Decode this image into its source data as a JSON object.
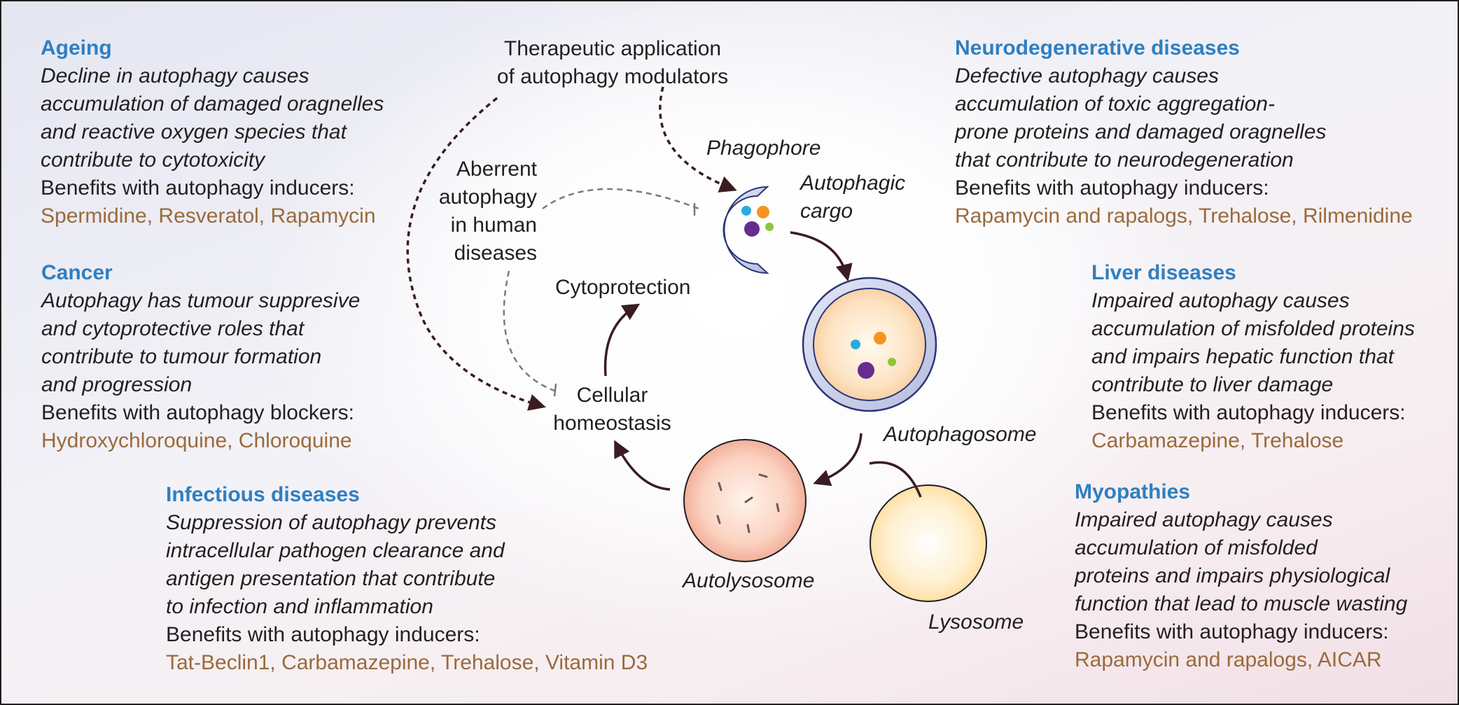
{
  "center": {
    "therapeutic": [
      "Therapeutic application",
      "of autophagy modulators"
    ],
    "aberrant": [
      "Aberrent",
      "autophagy",
      "in human",
      "diseases"
    ],
    "cytoprotection": "Cytoprotection",
    "homeostasis": [
      "Cellular",
      "homeostasis"
    ],
    "phagophore": "Phagophore",
    "cargo": [
      "Autophagic",
      "cargo"
    ],
    "autophagosome": "Autophagosome",
    "autolysosome": "Autolysosome",
    "lysosome": "Lysosome"
  },
  "diseases": {
    "ageing": {
      "title": "Ageing",
      "description": [
        "Decline in autophagy causes",
        "accumulation of damaged oragnelles",
        "and reactive oxygen species that",
        "contribute to cytotoxicity"
      ],
      "benefits": "Benefits with autophagy inducers:",
      "drugs": "Spermidine, Resveratol, Rapamycin"
    },
    "cancer": {
      "title": "Cancer",
      "description": [
        "Autophagy has tumour suppresive",
        "and cytoprotective roles that",
        "contribute to tumour formation",
        "and progression"
      ],
      "benefits": "Benefits with autophagy blockers:",
      "drugs": "Hydroxychloroquine, Chloroquine"
    },
    "infectious": {
      "title": "Infectious diseases",
      "description": [
        "Suppression of autophagy prevents",
        "intracellular pathogen clearance  and",
        "antigen presentation that contribute",
        "to infection and inflammation"
      ],
      "benefits": "Benefits with autophagy inducers:",
      "drugs": "Tat-Beclin1, Carbamazepine, Trehalose, Vitamin D3"
    },
    "neuro": {
      "title": "Neurodegenerative diseases",
      "description": [
        "Defective autophagy causes",
        "accumulation of toxic aggregation-",
        "prone proteins and damaged oragnelles",
        "that contribute to neurodegeneration"
      ],
      "benefits": "Benefits with autophagy inducers:",
      "drugs": "Rapamycin and rapalogs, Trehalose, Rilmenidine"
    },
    "liver": {
      "title": "Liver diseases",
      "description": [
        "Impaired autophagy causes",
        "accumulation of misfolded proteins",
        "and impairs hepatic function that",
        "contribute to liver damage"
      ],
      "benefits": "Benefits with autophagy inducers:",
      "drugs": "Carbamazepine, Trehalose"
    },
    "myopathies": {
      "title": "Myopathies",
      "description": [
        "Impaired autophagy causes",
        "accumulation of misfolded",
        "proteins and impairs physiological",
        "function that lead to muscle wasting"
      ],
      "benefits": "Benefits with autophagy inducers:",
      "drugs": "Rapamycin and rapalogs, AICAR"
    }
  },
  "colors": {
    "title": "#2f7fc1",
    "drug": "#9a6a3c",
    "text": "#231f20",
    "arrow": "#3a1d22",
    "inhibitor": "#7a7a7a",
    "cargo": [
      "#29abe2",
      "#f7931e",
      "#662d91",
      "#8cc63f"
    ]
  }
}
